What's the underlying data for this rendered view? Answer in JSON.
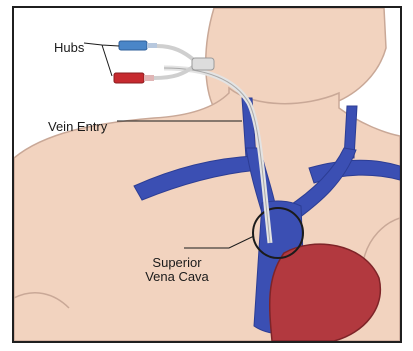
{
  "labels": {
    "hubs": "Hubs",
    "vein_entry": "Vein Entry",
    "svc_line1": "Superior",
    "svc_line2": "Vena Cava"
  },
  "colors": {
    "skin": "#f2d3bf",
    "skin_outline": "#c9a897",
    "vein": "#3b4fb3",
    "heart": "#b2393f",
    "hub_blue": "#4a86c8",
    "hub_red": "#c62a2f",
    "catheter": "#e8e8e8"
  }
}
